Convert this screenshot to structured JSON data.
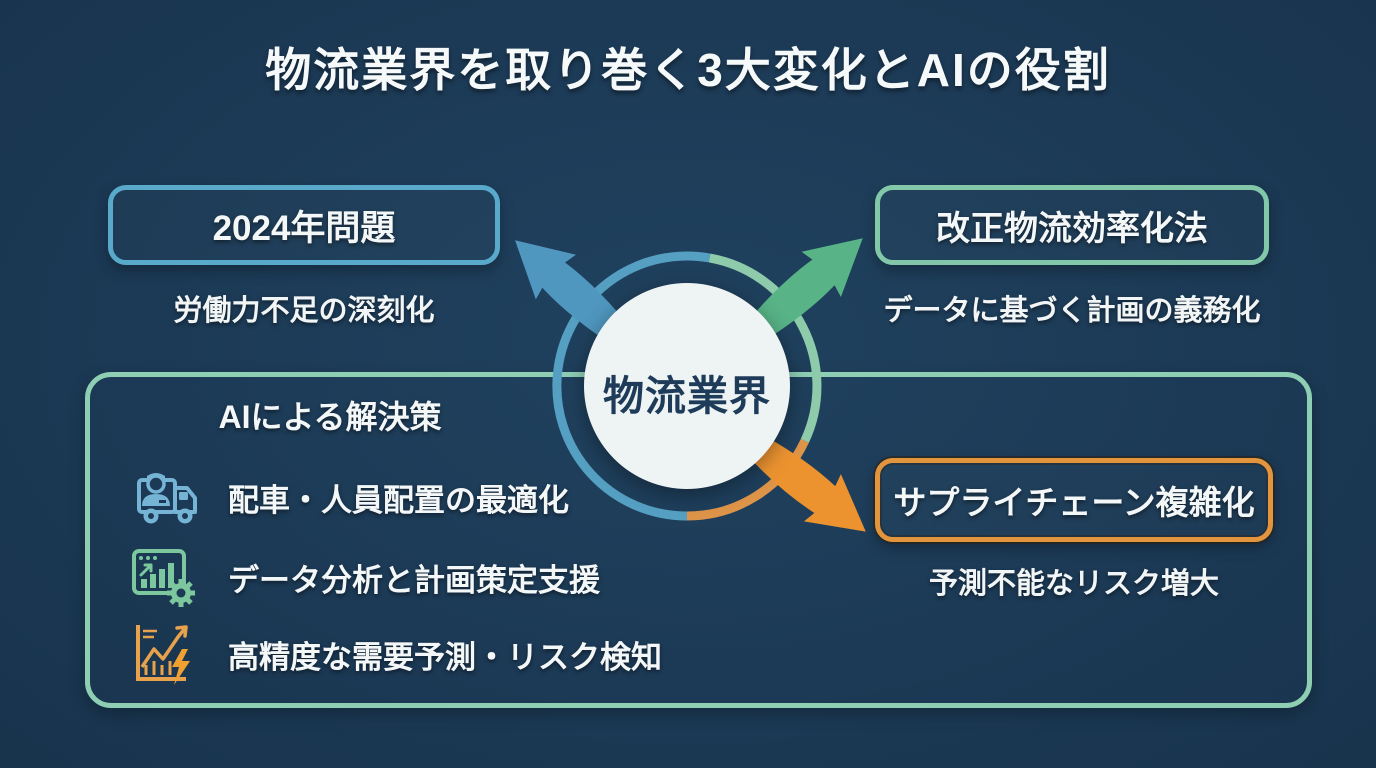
{
  "title": "物流業界を取り巻く3大変化とAIの役割",
  "center": {
    "label": "物流業界"
  },
  "changes": [
    {
      "id": "problem-2024",
      "label": "2024年問題",
      "subtitle": "労働力不足の深刻化",
      "accent": "#58a9ca"
    },
    {
      "id": "revised-law",
      "label": "改正物流効率化法",
      "subtitle": "データに基づく計画の義務化",
      "accent": "#82c8a8"
    },
    {
      "id": "supply-chain",
      "label": "サプライチェーン複雑化",
      "subtitle": "予測不能なリスク増大",
      "accent": "#e2953d"
    }
  ],
  "solutions": {
    "title": "AIによる解決策",
    "items": [
      {
        "icon": "delivery-truck-driver-icon",
        "label": "配車・人員配置の最適化",
        "icon_color": "#76b4d6"
      },
      {
        "icon": "data-analysis-gear-icon",
        "label": "データ分析と計画策定支援",
        "icon_color": "#7cc79d"
      },
      {
        "icon": "forecast-chart-bolt-icon",
        "label": "高精度な需要予測・リスク検知",
        "icon_color": "#e8a24c"
      }
    ]
  },
  "colors": {
    "background": "#1c3a56",
    "ring_blue": "#55a0c2",
    "ring_green": "#8ecbaa",
    "ring_orange": "#dd9449",
    "arrow_blue": "#4f97bf",
    "arrow_green": "#58b387",
    "arrow_orange": "#ec9330",
    "hub_fill": "#eef3f4",
    "hub_text": "#1e3c59"
  }
}
